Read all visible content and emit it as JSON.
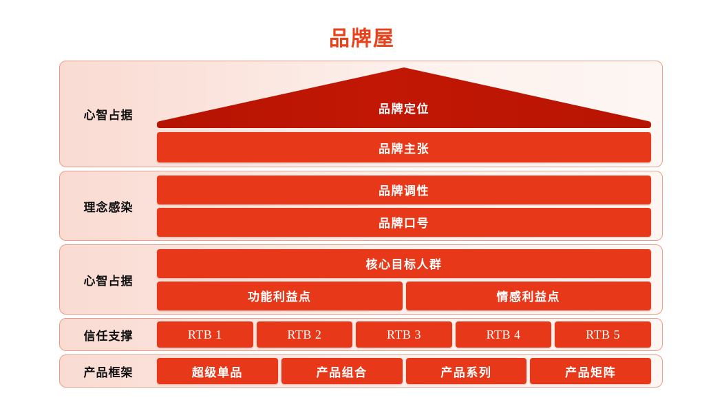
{
  "title": "品牌屋",
  "theme": {
    "title_color": "#e8421c",
    "roof_color": "#bf1605",
    "bar_color": "#e8381a",
    "panel_fill_left": "#f9dbd2",
    "panel_fill_right": "#fdf6f3",
    "panel_border": "#eb9c87",
    "bar_text_color": "#ffffff",
    "label_text_color": "#101010"
  },
  "tiers": [
    {
      "label": "心智占据",
      "roof": "品牌定位",
      "rows": [
        {
          "cells": [
            "品牌主张"
          ]
        }
      ]
    },
    {
      "label": "理念感染",
      "rows": [
        {
          "cells": [
            "品牌调性"
          ]
        },
        {
          "cells": [
            "品牌口号"
          ]
        }
      ]
    },
    {
      "label": "心智占据",
      "rows": [
        {
          "cells": [
            "核心目标人群"
          ]
        },
        {
          "cells": [
            "功能利益点",
            "情感利益点"
          ]
        }
      ]
    },
    {
      "label": "信任支撑",
      "rows": [
        {
          "cells": [
            "RTB 1",
            "RTB 2",
            "RTB 3",
            "RTB 4",
            "RTB 5"
          ]
        }
      ]
    },
    {
      "label": "产品框架",
      "rows": [
        {
          "cells": [
            "超级单品",
            "产品组合",
            "产品系列",
            "产品矩阵"
          ]
        }
      ]
    }
  ]
}
